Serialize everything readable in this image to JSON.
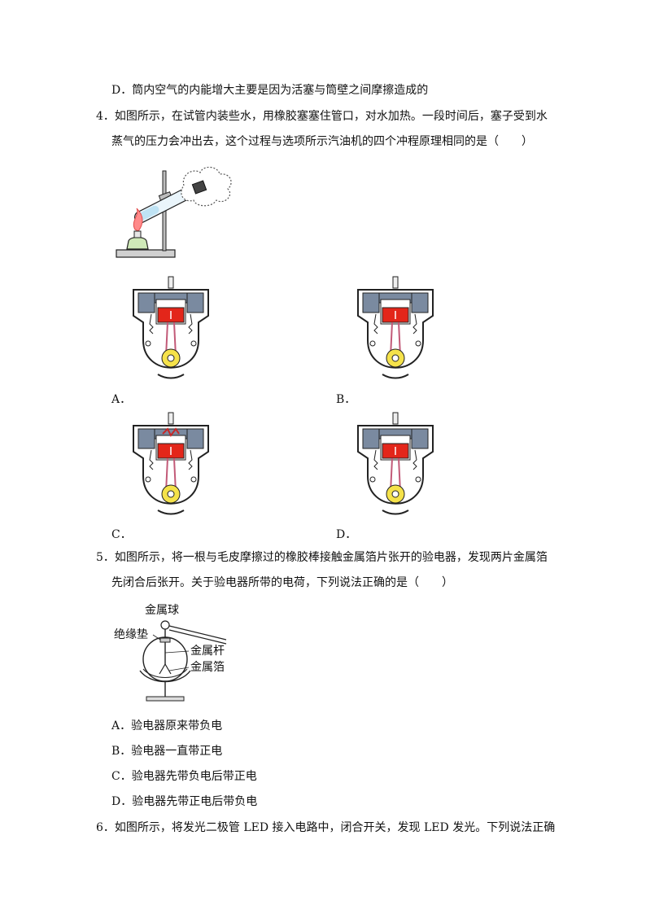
{
  "q3": {
    "option_d": "D．筒内空气的内能增大主要是因为活塞与筒壁之间摩擦造成的"
  },
  "q4": {
    "line1": "4．如图所示，在试管内装些水，用橡胶塞塞住管口，对水加热。一段时间后，塞子受到水",
    "line2": "蒸气的压力会冲出去，这个过程与选项所示汽油机的四个冲程原理相同的是（　　）",
    "options": [
      "A．",
      "B．",
      "C．",
      "D．"
    ]
  },
  "q5": {
    "line1": "5．如图所示，将一根与毛皮摩擦过的橡胶棒接触金属箔片张开的验电器，发现两片金属箔",
    "line2": "先闭合后张开。关于验电器所带的电荷，下列说法正确的是（　　）",
    "labels": {
      "ball": "金属球",
      "pad": "绝缘垫",
      "rod": "金属杆",
      "foil": "金属箔"
    },
    "options": [
      "A．验电器原来带负电",
      "B．验电器一直带正电",
      "C．验电器先带负电后带正电",
      "D．验电器先带正电后带负电"
    ]
  },
  "q6": {
    "line1": "6．如图所示，将发光二极管 LED 接入电路中，闭合开关，发现 LED 发光。下列说法正确"
  }
}
